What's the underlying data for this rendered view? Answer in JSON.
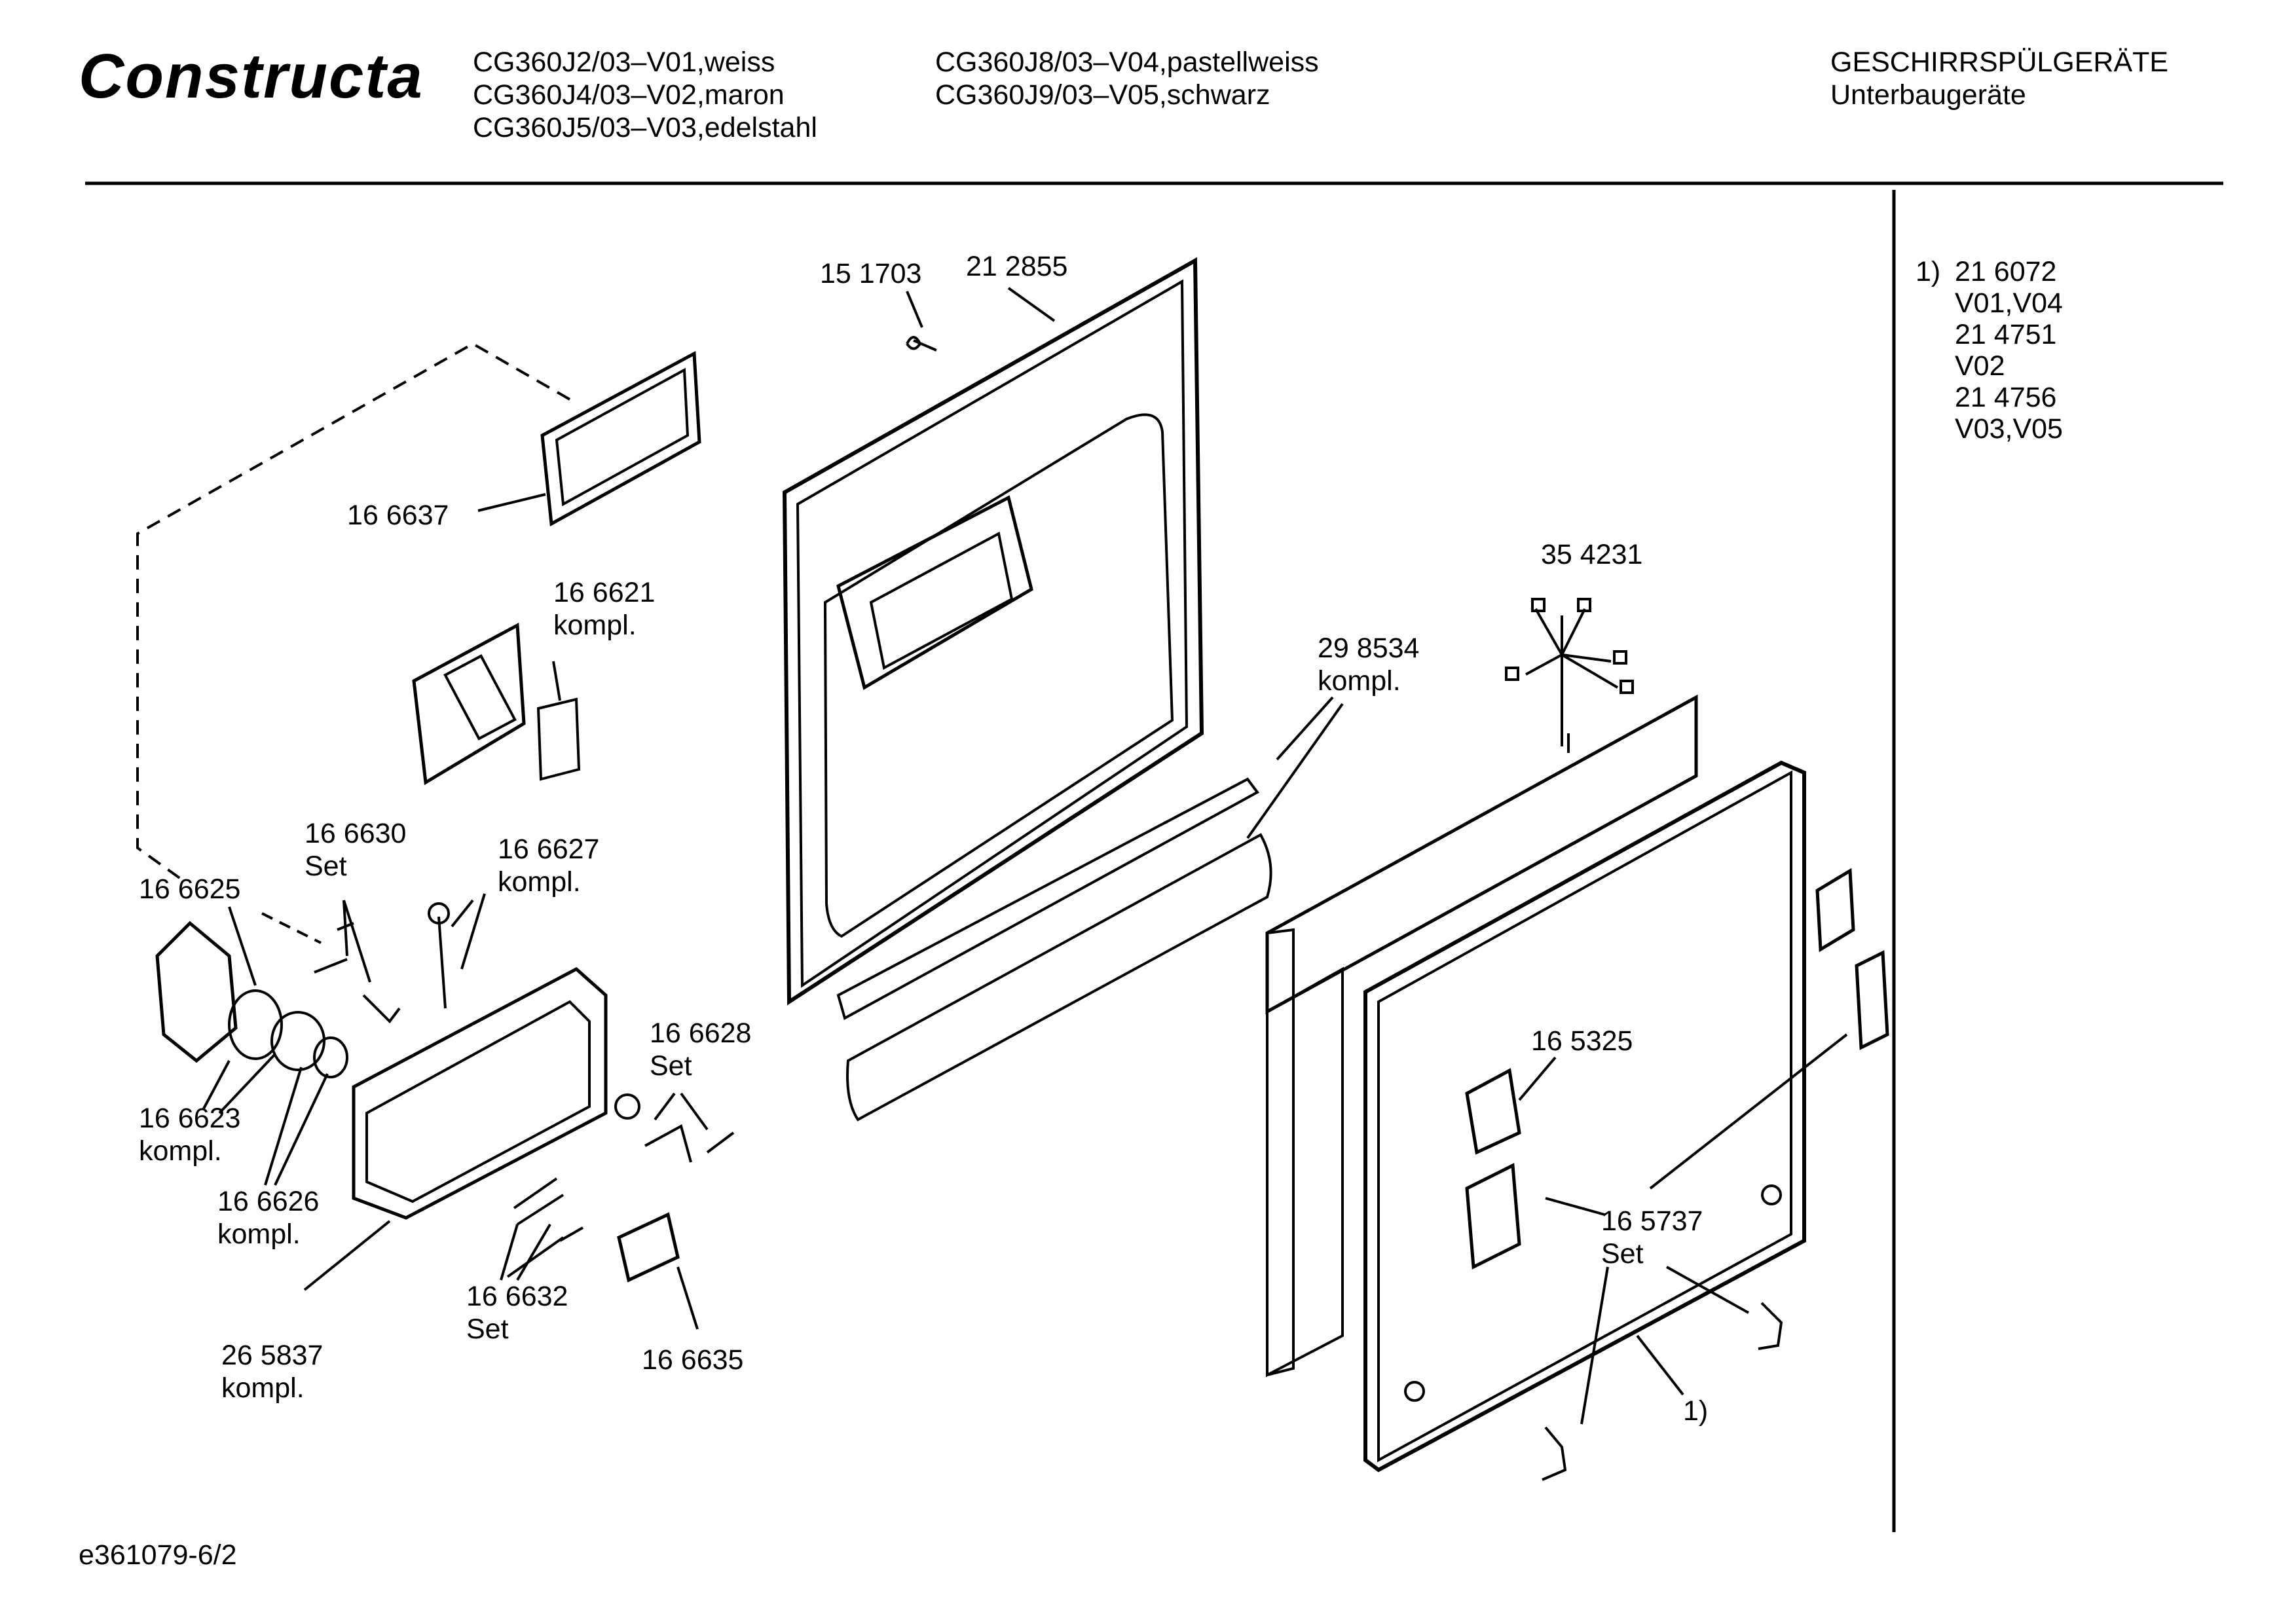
{
  "header": {
    "brand": "Constructa",
    "models_col1": [
      "CG360J2/03–V01,weiss",
      "CG360J4/03–V02,maron",
      "CG360J5/03–V03,edelstahl"
    ],
    "models_col2": [
      "CG360J8/03–V04,pastellweiss",
      "CG360J9/03–V05,schwarz"
    ],
    "category": "GESCHIRRSPÜLGERÄTE",
    "subcategory": "Unterbaugeräte"
  },
  "footnote": {
    "marker": "1)",
    "lines": [
      "21 6072",
      "V01,V04",
      "21 4751",
      "V02",
      "21 4756",
      "V03,V05"
    ]
  },
  "parts": [
    {
      "id": "p151703",
      "lines": [
        "15 1703"
      ]
    },
    {
      "id": "p212855",
      "lines": [
        "21 2855"
      ]
    },
    {
      "id": "p166637",
      "lines": [
        "16 6637"
      ]
    },
    {
      "id": "p166621",
      "lines": [
        "16 6621",
        "kompl."
      ]
    },
    {
      "id": "p354231",
      "lines": [
        "35 4231"
      ]
    },
    {
      "id": "p298534",
      "lines": [
        "29 8534",
        "kompl."
      ]
    },
    {
      "id": "p166630",
      "lines": [
        "16 6630",
        "Set"
      ]
    },
    {
      "id": "p166627",
      "lines": [
        "16 6627",
        "kompl."
      ]
    },
    {
      "id": "p166625",
      "lines": [
        "16 6625"
      ]
    },
    {
      "id": "p166628",
      "lines": [
        "16 6628",
        "Set"
      ]
    },
    {
      "id": "p165325",
      "lines": [
        "16 5325"
      ]
    },
    {
      "id": "p166623",
      "lines": [
        "16 6623",
        "kompl."
      ]
    },
    {
      "id": "p166626",
      "lines": [
        "16 6626",
        "kompl."
      ]
    },
    {
      "id": "p165737",
      "lines": [
        "16 5737",
        "Set"
      ]
    },
    {
      "id": "p166632",
      "lines": [
        "16 6632",
        "Set"
      ]
    },
    {
      "id": "p265837",
      "lines": [
        "26 5837",
        "kompl."
      ]
    },
    {
      "id": "p166635",
      "lines": [
        "16 6635"
      ]
    },
    {
      "id": "pfoot1",
      "lines": [
        "1)"
      ]
    }
  ],
  "footer": {
    "drawing_id": "e361079-6/2"
  }
}
